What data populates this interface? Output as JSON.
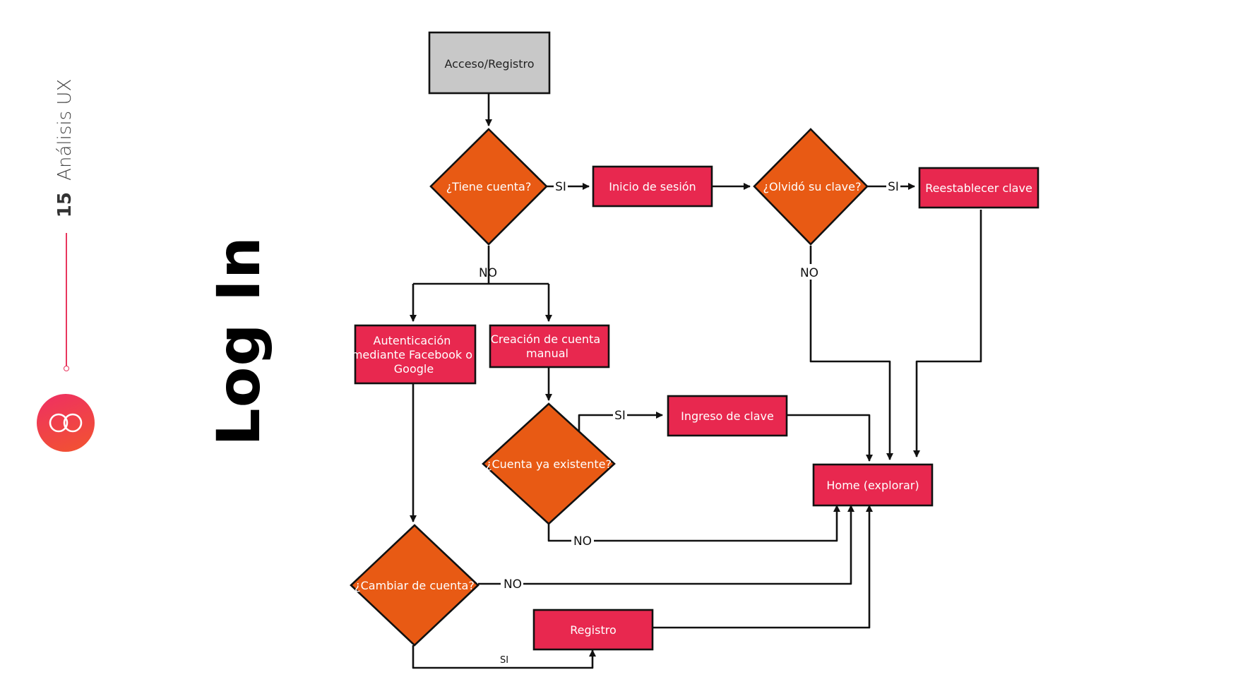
{
  "slide": {
    "number": "15",
    "section": "Análisis UX",
    "title": "Log In"
  },
  "colors": {
    "accent": "#e8365d",
    "start_node": "#c8c8c8",
    "process_node": "#e8284f",
    "decision_node": "#e85a14"
  },
  "icons": {
    "logo": "infinity-logo-icon"
  },
  "nodes": {
    "acceso": "Acceso/Registro",
    "tiene_cuenta": "¿Tiene cuenta?",
    "inicio_sesion": "Inicio de sesión",
    "olvido_clave": "¿Olvidó su clave?",
    "reestablecer": "Reestablecer clave",
    "autenticacion": [
      "Autenticación",
      "mediante Facebook o",
      "Google"
    ],
    "creacion": [
      "Creación de cuenta",
      "manual"
    ],
    "ingreso_clave": "Ingreso de clave",
    "cuenta_existente": "¿Cuenta ya existente?",
    "home": "Home (explorar)",
    "cambiar_cuenta": "¿Cambiar de cuenta?",
    "registro": "Registro"
  },
  "edge_labels": {
    "si": "SI",
    "no": "NO"
  }
}
